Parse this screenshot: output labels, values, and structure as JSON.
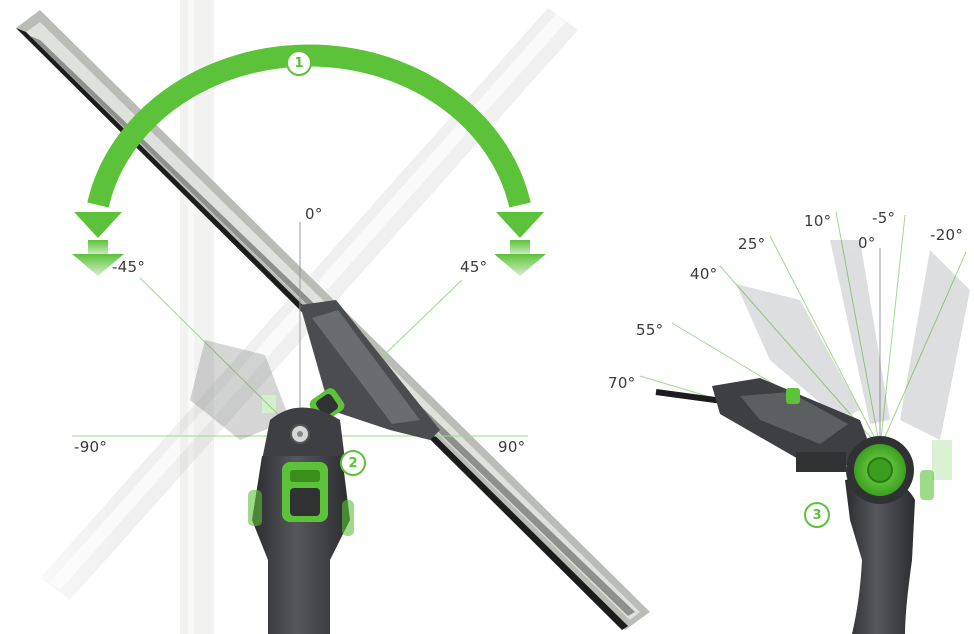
{
  "colors": {
    "accent_green": "#5cc23a",
    "handle_dark": "#3d3f42",
    "rubber_black": "#1c1c1c",
    "channel_silver": "#b9bcb7",
    "guide_line": "#9fd98a"
  },
  "left_diagram": {
    "badge_rotation": "1",
    "badge_lock": "2",
    "angle_labels": {
      "top": "0°",
      "upper_left": "-45°",
      "upper_right": "45°",
      "left": "-90°",
      "right": "90°"
    }
  },
  "right_diagram": {
    "badge_tilt": "3",
    "angle_labels": {
      "a70": "70°",
      "a55": "55°",
      "a40": "40°",
      "a25": "25°",
      "a10": "10°",
      "a0": "0°",
      "am5": "-5°",
      "am20": "-20°"
    }
  }
}
